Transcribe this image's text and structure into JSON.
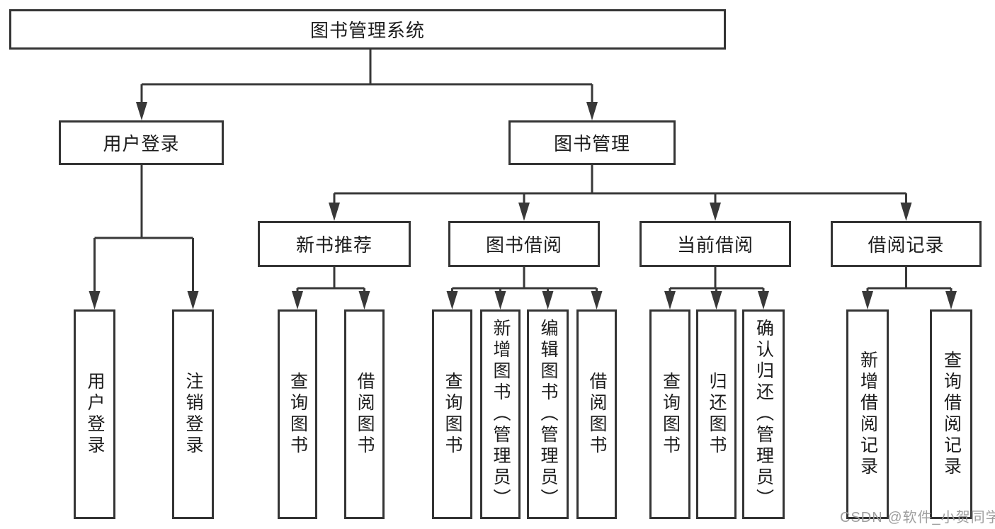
{
  "tree": {
    "label": "图书管理系统",
    "children": [
      {
        "label": "用户登录",
        "children": [
          {
            "label": "用户登录"
          },
          {
            "label": "注销登录"
          }
        ]
      },
      {
        "label": "图书管理",
        "children": [
          {
            "label": "新书推荐",
            "children": [
              {
                "label": "查询图书"
              },
              {
                "label": "借阅图书"
              }
            ]
          },
          {
            "label": "图书借阅",
            "children": [
              {
                "label": "查询图书"
              },
              {
                "label": "新增图书（管理员）"
              },
              {
                "label": "编辑图书（管理员）"
              },
              {
                "label": "借阅图书"
              }
            ]
          },
          {
            "label": "当前借阅",
            "children": [
              {
                "label": "查询图书"
              },
              {
                "label": "归还图书"
              },
              {
                "label": "确认归还（管理员）"
              }
            ]
          },
          {
            "label": "借阅记录",
            "children": [
              {
                "label": "新增借阅记录"
              },
              {
                "label": "查询借阅记录"
              }
            ]
          }
        ]
      }
    ]
  },
  "watermark": {
    "text": "CSDN @软件_小贺同学"
  },
  "colors": {
    "line": "#383838",
    "border": "#343434",
    "text": "#1c1c1c",
    "watermark": "#9e9e9e",
    "background": "#ffffff"
  }
}
